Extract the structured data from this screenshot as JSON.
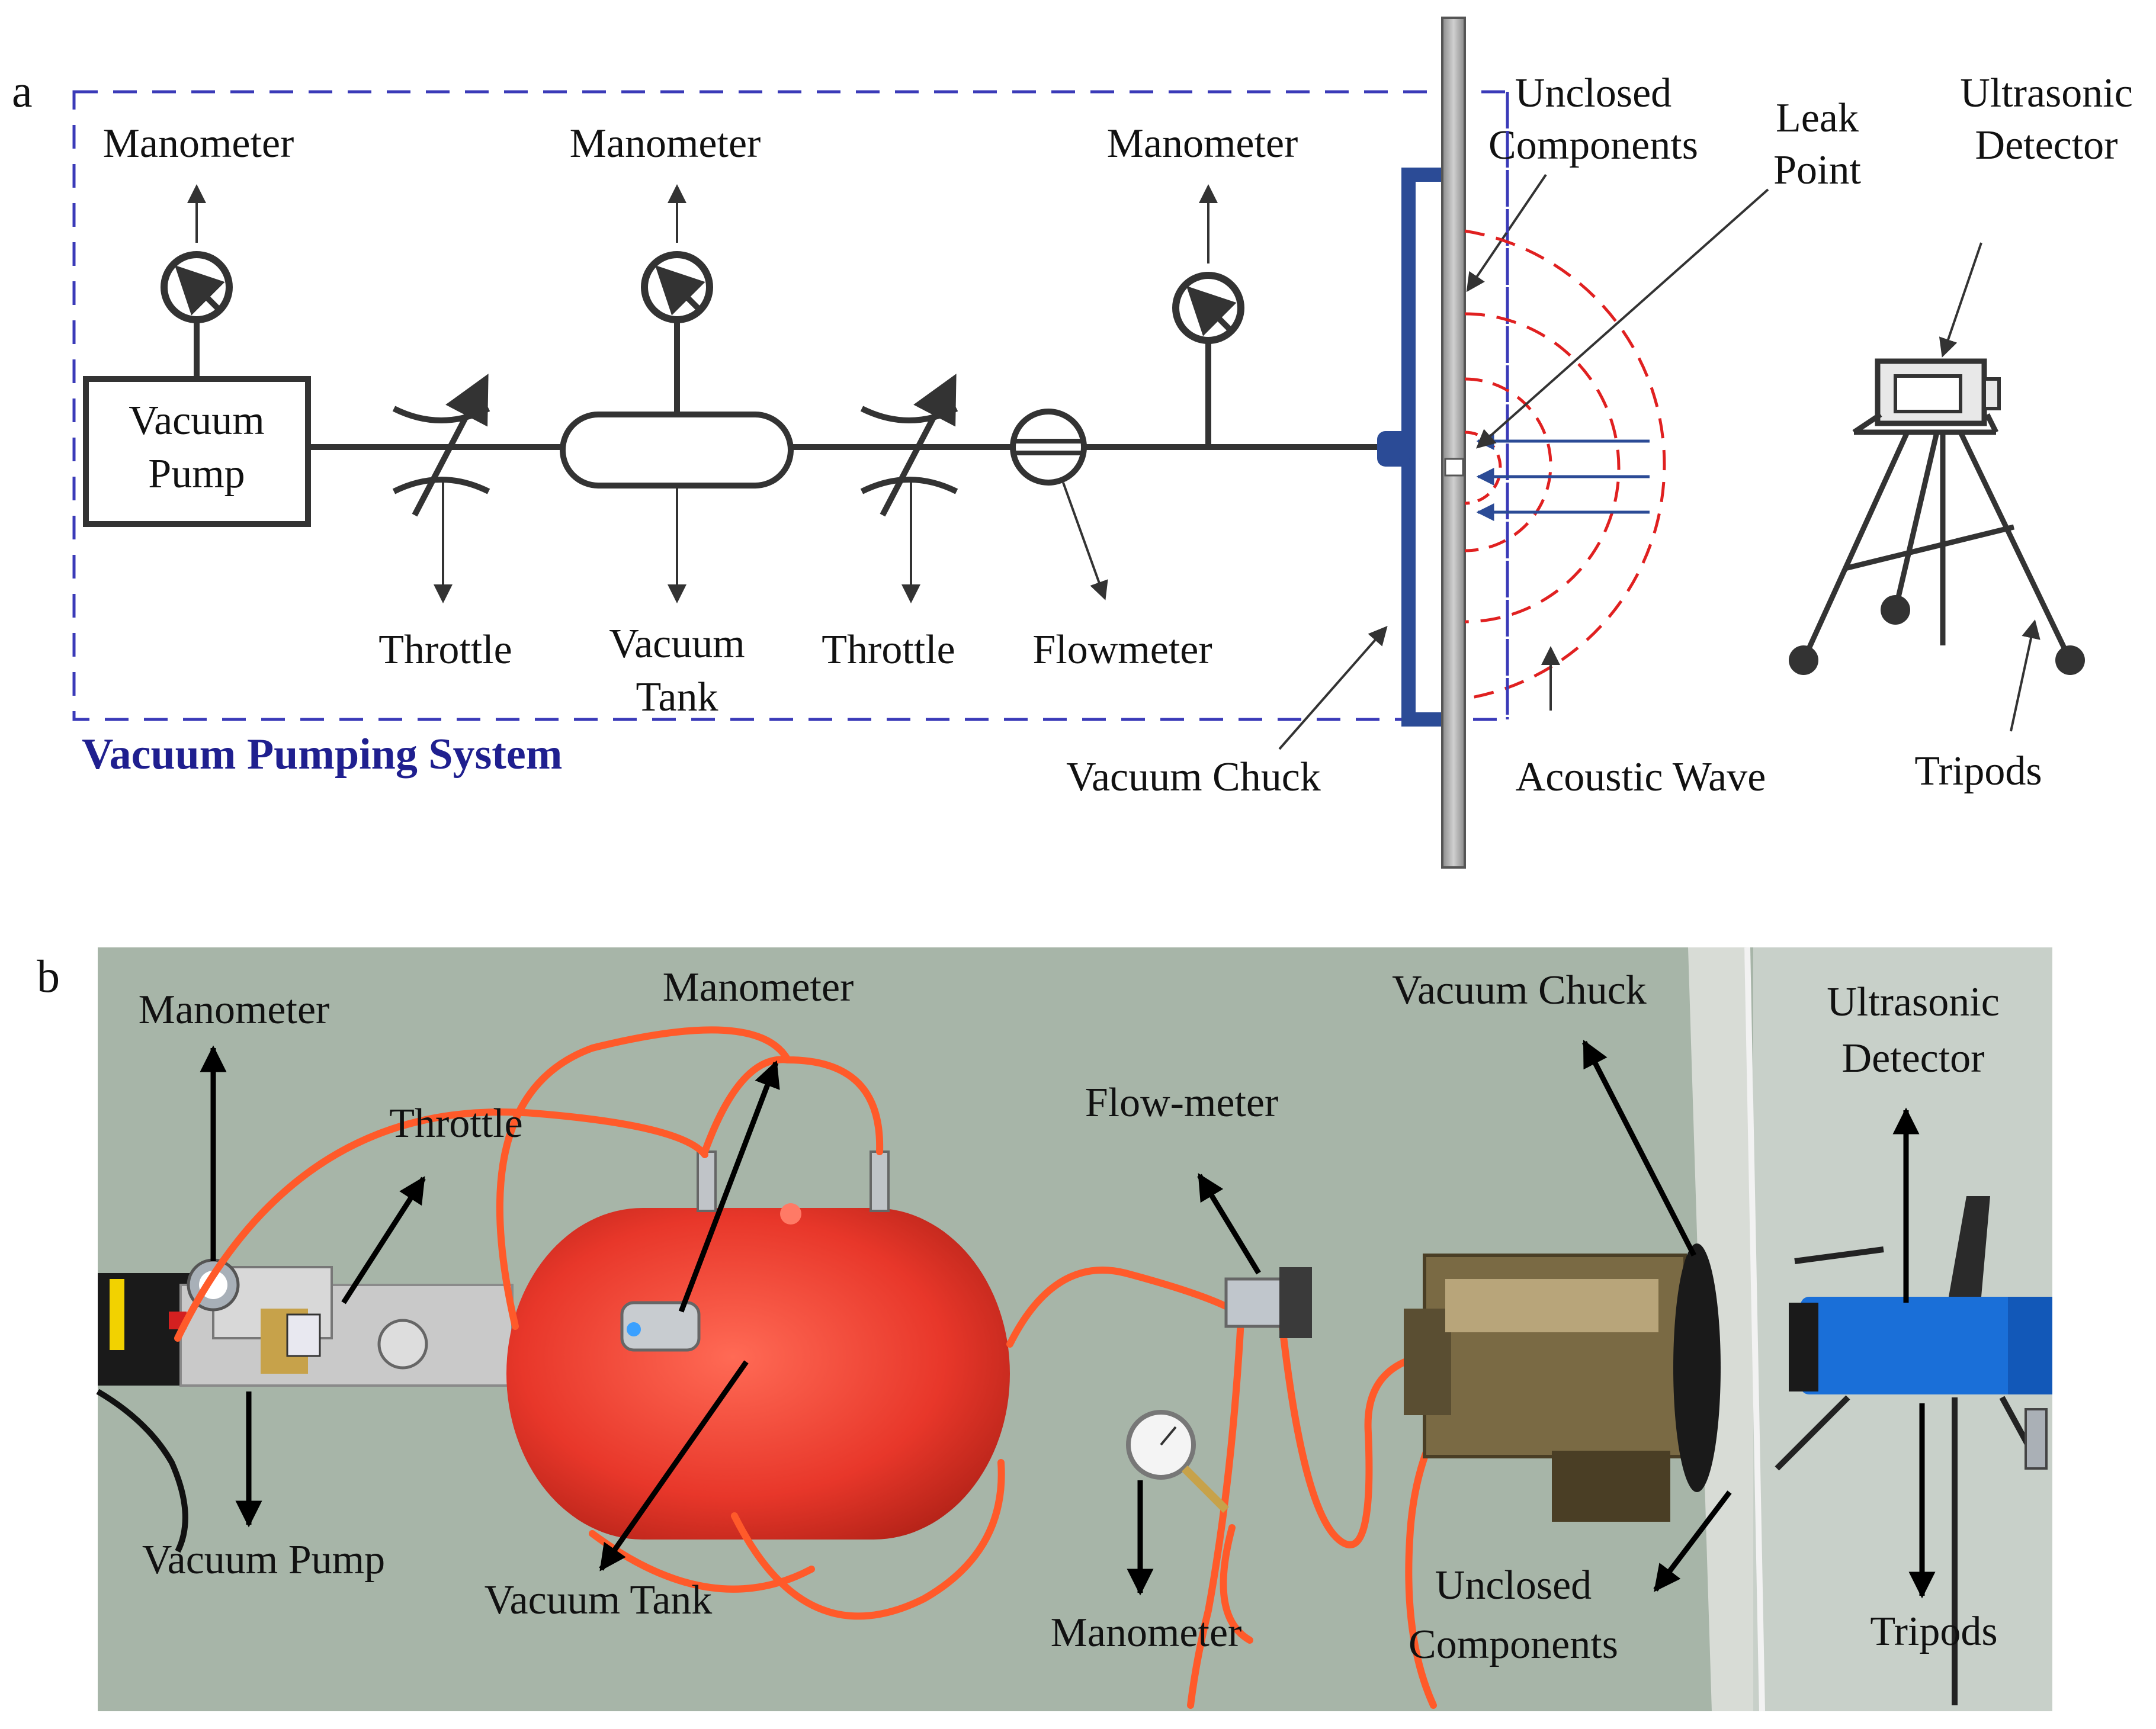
{
  "panel_a": {
    "panel_label": "a",
    "system_label": "Vacuum Pumping System",
    "labels": {
      "manometer_1": "Manometer",
      "manometer_2": "Manometer",
      "manometer_3": "Manometer",
      "vacuum_pump_line1": "Vacuum",
      "vacuum_pump_line2": "Pump",
      "throttle_1": "Throttle",
      "vacuum_tank_line1": "Vacuum",
      "vacuum_tank_line2": "Tank",
      "throttle_2": "Throttle",
      "flowmeter": "Flowmeter",
      "vacuum_chuck": "Vacuum Chuck",
      "unclosed_line1": "Unclosed",
      "unclosed_line2": "Components",
      "leak_line1": "Leak",
      "leak_line2": "Point",
      "ultrasonic_line1": "Ultrasonic",
      "ultrasonic_line2": "Detector",
      "acoustic_wave": "Acoustic Wave",
      "tripods": "Tripods"
    },
    "colors": {
      "dashed_border": "#3a3ab8",
      "system_label": "#1f1f8f",
      "chuck": "#2b4b96",
      "wave": "#e02020",
      "leak_arrows": "#2b4b96",
      "plate": "#a8a8a8"
    }
  },
  "panel_b": {
    "panel_label": "b",
    "labels": {
      "manometer_pump": "Manometer",
      "throttle": "Throttle",
      "manometer_tank": "Manometer",
      "flow_meter": "Flow-meter",
      "vacuum_chuck": "Vacuum Chuck",
      "ultrasonic_line1": "Ultrasonic",
      "ultrasonic_line2": "Detector",
      "vacuum_pump": "Vacuum Pump",
      "vacuum_tank": "Vacuum Tank",
      "manometer_line": "Manometer",
      "unclosed_line1": "Unclosed",
      "unclosed_line2": "Components",
      "tripods": "Tripods"
    },
    "colors": {
      "floor": "#9eaea0",
      "tank": "#e8372a",
      "hose": "#ff5a2a",
      "detector": "#1a6fd8",
      "pump_body": "#c9c9c9",
      "motor": "#7a6a44",
      "plate": "#d8dcd6"
    }
  }
}
